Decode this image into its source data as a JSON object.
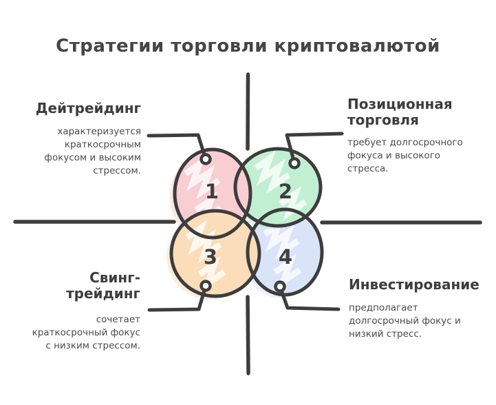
{
  "title": "Стратегии торговли криптовалютой",
  "colors": {
    "ink": "#3d3d3d",
    "heading_text": "#3d3d3d",
    "body_text": "#4a4a4a",
    "circle1_fill": "#f8ced2",
    "circle2_fill": "#c1efd1",
    "circle3_fill": "#fbddb9",
    "circle4_fill": "#d9e4f9"
  },
  "quadrants": [
    {
      "number": "1",
      "heading_lines": [
        "Дейтрейдинг"
      ],
      "desc_lines": [
        "характеризуется",
        "краткосрочным",
        "фокусом и высоким",
        "стрессом."
      ]
    },
    {
      "number": "2",
      "heading_lines": [
        "Позиционная",
        "торговля"
      ],
      "desc_lines": [
        "требует долгосрочного",
        "фокуса и высокого",
        "стресса."
      ]
    },
    {
      "number": "3",
      "heading_lines": [
        "Свинг-",
        "трейдинг"
      ],
      "desc_lines": [
        "сочетает",
        "краткосрочный фокус",
        "с низким стрессом."
      ]
    },
    {
      "number": "4",
      "heading_lines": [
        "Инвестирование"
      ],
      "desc_lines": [
        "предполагает",
        "долгосрочный фокус и",
        "низкий стресс."
      ]
    }
  ]
}
